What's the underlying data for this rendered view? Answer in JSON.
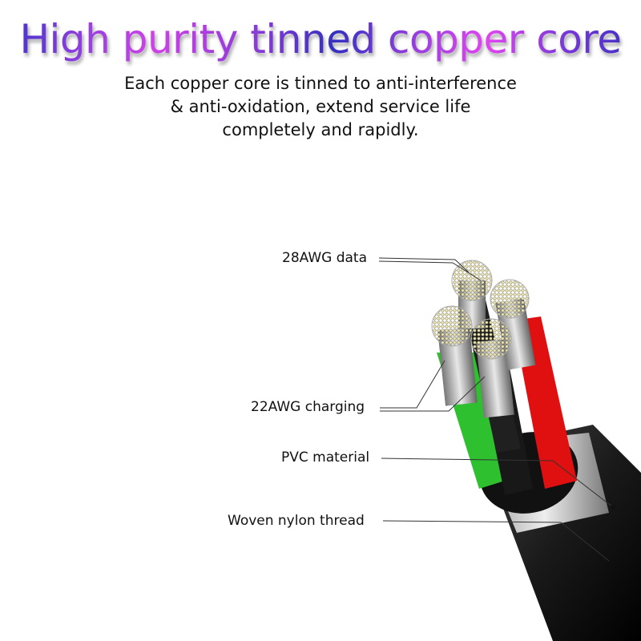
{
  "title": "High purity tinned copper core",
  "subtitle": [
    "Each copper core is tinned to anti-interference",
    "& anti-oxidation, extend service life",
    "completely and rapidly."
  ],
  "labels": {
    "data_wire": "28AWG data",
    "charging_wire": "22AWG charging",
    "pvc": "PVC material",
    "nylon": "Woven nylon thread"
  }
}
